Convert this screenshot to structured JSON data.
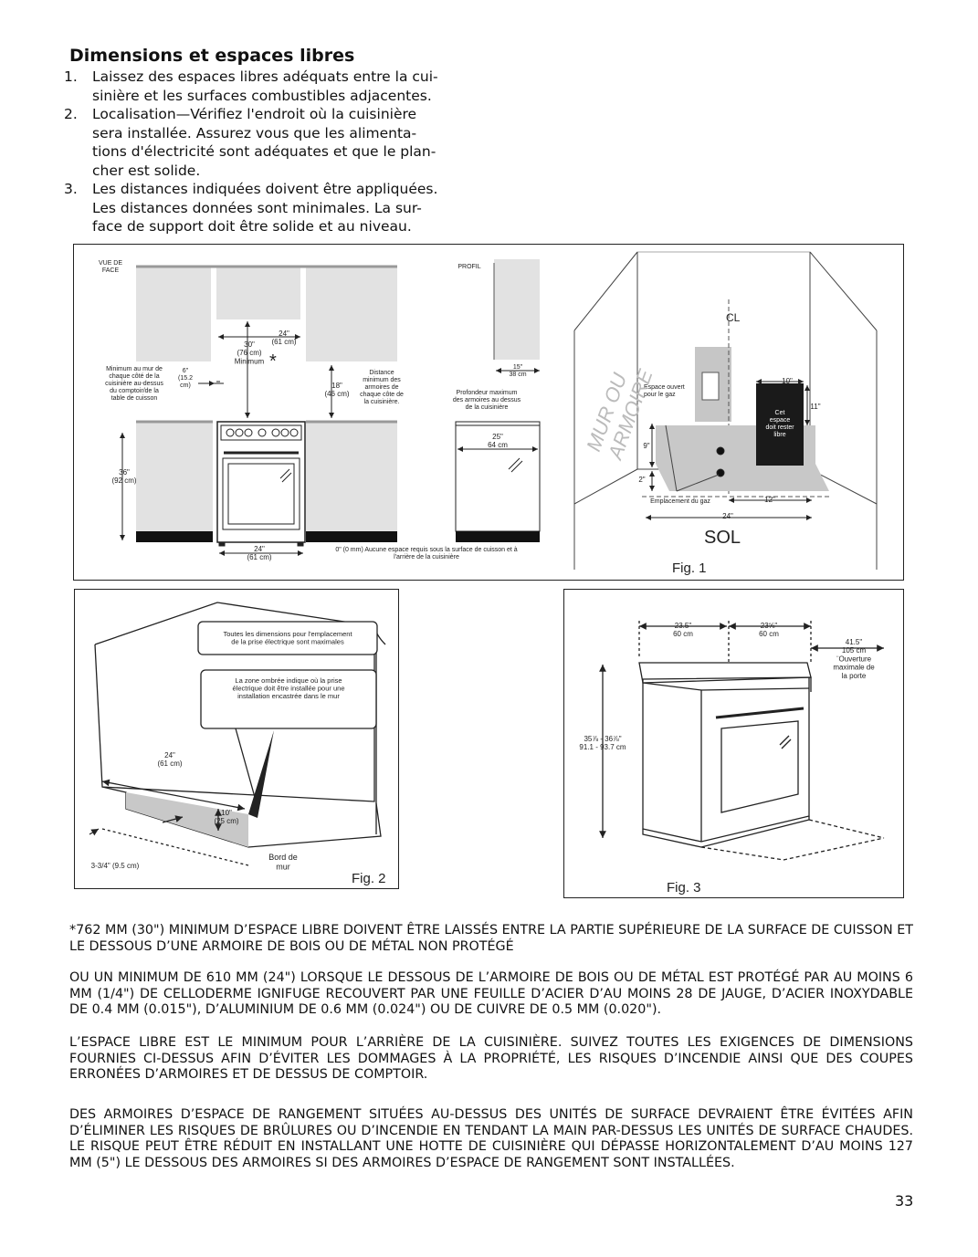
{
  "section_title": "Dimensions et espaces libres",
  "intro_items": [
    {
      "num": "1.",
      "lines": [
        "Laissez des espaces libres adéquats entre la cui-",
        "sinière et les surfaces combustibles adjacentes."
      ]
    },
    {
      "num": "2.",
      "lines": [
        "Localisation—Vérifiez l'endroit où la cuisinière",
        "sera installée. Assurez vous que les alimenta-",
        "tions d'électricité sont adéquates et que le plan-",
        "cher est solide."
      ]
    },
    {
      "num": "3.",
      "lines": [
        "Les distances indiquées doivent être appliquées.",
        "Les distances données sont minimales. La sur-",
        "face de support doit être solide et au niveau."
      ]
    }
  ],
  "fig1": {
    "label": "Fig. 1",
    "front_view": "VUE DE\nFACE",
    "profile": "PROFIL",
    "dim_24_61": "24\"\n(61 cm)",
    "dim_30_76": "30\"\n(76 cm)\nMinimum",
    "asterisk": "*",
    "dim_6_15": "6\"\n(15.2\ncm)",
    "min_wall_text": "Minimum au mur de\nchaque côté de la\ncuisinière au-dessus\ndu comptoir/de la\ntable de cuisson",
    "dim_18_46": "18\"\n(46 cm)",
    "distance_min_text": "Distance\nminimum des\narmoires de\nchaque côte de\nla cuisinière.",
    "dim_15_38": "15\"\n38 cm",
    "profondeur_text": "Profondeur maximum\ndes armoires au dessus\nde la cuisinière",
    "dim_36_92": "36\"\n(92 cm)",
    "dim_25_64": "25\"\n64 cm",
    "dim_24_61_bottom": "24\"\n(61 cm)",
    "zero_text": "0\" (0 mm) Aucune espace requis sous la surface de cuisson et à\nl'arrière de la cuisinière",
    "wall_text": "MUR OU\nARMOIRE",
    "cl": "CL",
    "espace_ouvert": "Espace ouvert\npour le gaz",
    "dim_10": "10\"",
    "dim_11": "11\"",
    "cet_espace": "Cet\nespace\ndoit rester\nlibre",
    "dim_9": "9\"",
    "dim_2": "2\"",
    "emplacement_gaz": "Emplacement du gaz",
    "dim_12": "12\"",
    "dim_24": "24\"",
    "sol": "SOL"
  },
  "fig2": {
    "label": "Fig. 2",
    "box1": "Toutes les dimensions pour l'emplacement\nde la prise électrique sont maximales",
    "box2": "La zone ombrée indique où la prise\nélectrique doit être installée pour une\ninstallation encastrée dans le mur",
    "dim_24_61": "24\"\n(61 cm)",
    "dim_10_25": "10\"\n(25 cm)",
    "bord_de_mur": "Bord de\nmur",
    "dim_3_34": "3-3/4\" (9.5 cm)"
  },
  "fig3": {
    "label": "Fig. 3",
    "dim_23_5": "23.5\"\n60 cm",
    "dim_23_58": "23⅝\"\n60 cm",
    "dim_41_5": "41.5\"\n105 cm\n¨Ouverture\nmaximale de\nla porte",
    "dim_height": "35⅞ - 36⅞\"\n91.1 - 93.7 cm"
  },
  "notes": [
    "*762 MM (30\") MINIMUM D’ESPACE LIBRE DOIVENT ÊTRE LAISSÉS ENTRE LA PARTIE SUPÉRIEURE DE LA SURFACE DE CUISSON ET LE DESSOUS D’UNE ARMOIRE DE BOIS OU DE MÉTAL NON PROTÉGÉ",
    "OU UN MINIMUM DE 610 MM (24\") LORSQUE LE DESSOUS DE L’ARMOIRE DE BOIS OU DE MÉTAL EST PROTÉGÉ PAR AU MOINS 6 MM (1/4\") DE CELLODERME IGNIFUGE RECOUVERT PAR UNE FEUILLE D’ACIER D’AU MOINS 28 DE JAUGE, D’ACIER INOXYDABLE DE 0.4 MM (0.015\"), D’ALUMINIUM DE 0.6 MM (0.024\") OU DE CUIVRE DE 0.5 MM (0.020\").",
    "L’ESPACE LIBRE EST LE MINIMUM POUR L’ARRIÈRE DE LA CUISINIÈRE. SUIVEZ TOUTES LES EXIGENCES DE DIMENSIONS FOURNIES CI-DESSUS AFIN D’ÉVITER LES DOMMAGES À LA PROPRIÉTÉ, LES RISQUES D’INCENDIE AINSI QUE DES COUPES ERRONÉES D’ARMOIRES ET DE DESSUS DE COMPTOIR.",
    "DES ARMOIRES D’ESPACE DE RANGEMENT SITUÉES AU-DESSUS DES UNITÉS DE SURFACE DEVRAIENT ÊTRE ÉVITÉES AFIN D’ÉLIMINER LES RISQUES DE BRÛLURES OU D’INCENDIE EN TENDANT LA MAIN PAR-DESSUS LES UNITÉS DE SURFACE CHAUDES. LE RISQUE PEUT ÊTRE RÉDUIT EN INSTALLANT UNE HOTTE DE CUISINIÈRE QUI DÉPASSE HORIZONTALEMENT D’AU MOINS 127 MM (5\") LE DESSOUS DES ARMOIRES SI DES ARMOIRES D’ESPACE DE RANGEMENT SONT INSTALLÉES."
  ],
  "page_number": "33"
}
